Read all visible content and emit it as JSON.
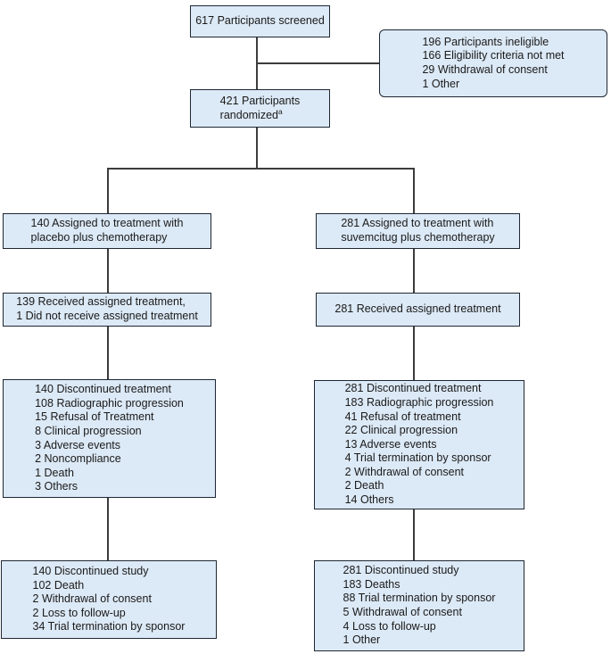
{
  "boxes": {
    "screened": {
      "text": "617 Participants screened"
    },
    "ineligible": {
      "text": "196 Participants ineligible\n166 Eligibility criteria not met\n29 Withdrawal of consent\n1 Other"
    },
    "randomized": {
      "text": "421 Participants\nrandomized",
      "footnote_marker": "a"
    },
    "placebo_assigned": {
      "text": "140 Assigned to treatment with\nplacebo plus chemotherapy"
    },
    "suvemcitug_assigned": {
      "text": "281 Assigned to treatment with\nsuvemcitug plus chemotherapy"
    },
    "placebo_received": {
      "text": "139 Received assigned treatment,\n1 Did not receive assigned treatment"
    },
    "suvemcitug_received": {
      "text": "281 Received assigned treatment"
    },
    "placebo_discontinued_treatment": {
      "text": "140 Discontinued treatment\n108 Radiographic progression\n15 Refusal of Treatment\n8 Clinical progression\n3 Adverse events\n2 Noncompliance\n1 Death\n3 Others"
    },
    "suvemcitug_discontinued_treatment": {
      "text": "281 Discontinued treatment\n183 Radiographic progression\n41 Refusal of treatment\n22 Clinical progression\n13 Adverse events\n4 Trial termination by sponsor\n2 Withdrawal of consent\n2 Death\n14 Others"
    },
    "placebo_discontinued_study": {
      "text": "140 Discontinued study\n102 Death\n2 Withdrawal of consent\n2 Loss to follow-up\n34 Trial termination by sponsor"
    },
    "suvemcitug_discontinued_study": {
      "text": "281 Discontinued study\n183 Deaths\n88 Trial termination by sponsor\n5 Withdrawal of consent\n4 Loss to follow-up\n1 Other"
    }
  },
  "colors": {
    "box_fill": "#dce9f6",
    "box_border": "#1f2733",
    "connector": "#3c3c3c",
    "text": "#1a1a1a",
    "background": "#ffffff"
  }
}
